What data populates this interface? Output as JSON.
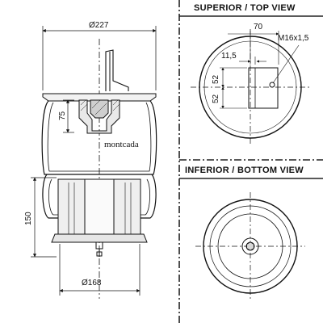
{
  "views": {
    "top_title": "SUPERIOR / TOP VIEW",
    "bottom_title": "INFERIOR / BOTTOM VIEW"
  },
  "side_view": {
    "top_diameter": "Ø227",
    "bottom_diameter": "Ø168",
    "inner_height": "75",
    "total_height": "150",
    "brand": "montcada"
  },
  "top_view": {
    "dim_70": "70",
    "dim_11_5": "11,5",
    "dim_52_a": "52",
    "dim_52_b": "52",
    "thread": "M16x1,5"
  }
}
